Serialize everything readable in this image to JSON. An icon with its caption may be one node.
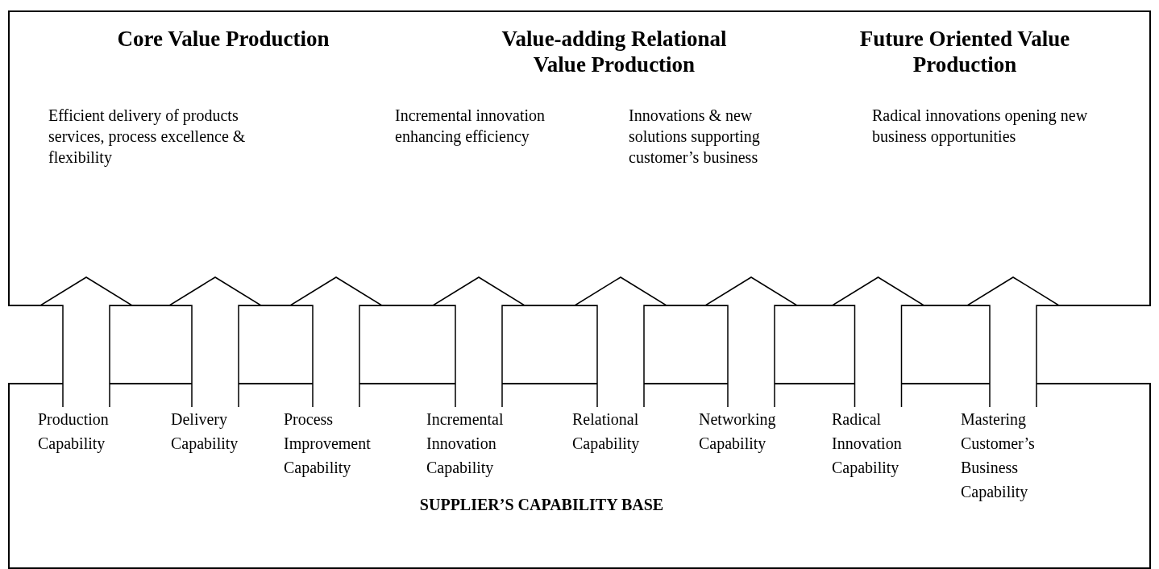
{
  "diagram": {
    "nodes": [
      {
        "text": [
          "Core Value Production",
          "Value-adding Relational Value Production",
          "Future Oriented Value Production",
          "Efficient delivery of products services, process excellence & flexibility",
          "Incremental innovation enhancing efficiency",
          "Innovations & new solutions supporting customer’s business",
          "Radical innovations opening new business opportunities"
        ]
      },
      {
        "text": [
          "SUPPLIER’S CAPABILITY BASE"
        ]
      },
      {
        "text": [
          "Production Capability"
        ],
        "in": 1
      },
      {
        "text": [
          "Delivery Capability"
        ],
        "in": 1
      },
      {
        "text": [
          "Process Improvement Capability"
        ],
        "in": 1
      },
      {
        "text": [
          "Incremental Innovation Capability"
        ],
        "in": 1
      },
      {
        "text": [
          "Relational Capability"
        ],
        "in": 1
      },
      {
        "text": [
          "Networking Capability"
        ],
        "in": 1
      },
      {
        "text": [
          "Radical Innovation Capability"
        ],
        "in": 1
      },
      {
        "text": [
          "Mastering Customer’s Business Capability"
        ],
        "in": 1
      }
    ],
    "edges": [
      {
        "from": 2,
        "to": 0,
        "arrow": "to"
      },
      {
        "from": 3,
        "to": 0,
        "arrow": "to"
      },
      {
        "from": 4,
        "to": 0,
        "arrow": "to"
      },
      {
        "from": 5,
        "to": 0,
        "arrow": "to"
      },
      {
        "from": 6,
        "to": 0,
        "arrow": "to"
      },
      {
        "from": 7,
        "to": 0,
        "arrow": "to"
      },
      {
        "from": 8,
        "to": 0,
        "arrow": "to"
      },
      {
        "from": 9,
        "to": 0,
        "arrow": "to"
      }
    ]
  }
}
